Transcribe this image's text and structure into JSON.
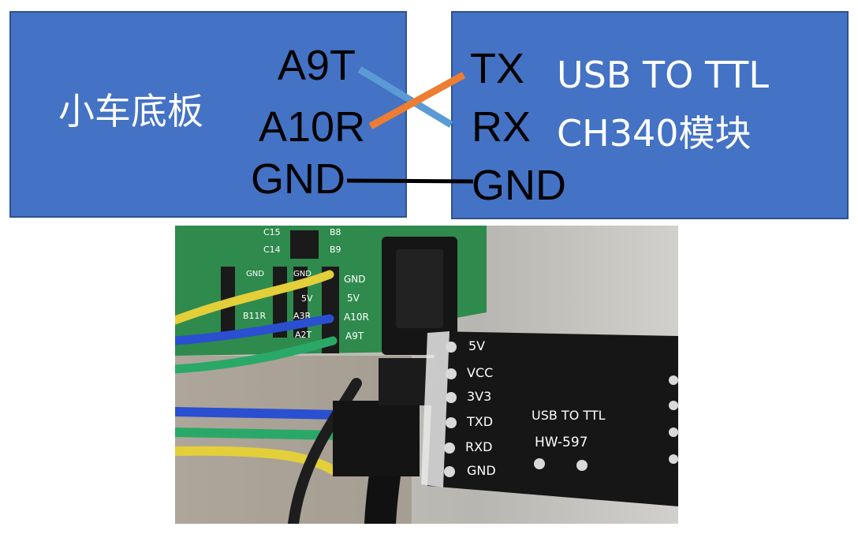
{
  "diagram": {
    "left_box": {
      "title": "小车底板",
      "pins": [
        "A9T",
        "A10R",
        "GND"
      ]
    },
    "right_box": {
      "pins": [
        "TX",
        "RX",
        "GND"
      ],
      "title_line1": "USB TO TTL",
      "title_line2": "CH340模块"
    },
    "connections": [
      {
        "from": "A9T",
        "to": "RX",
        "color": "#5b9bd5"
      },
      {
        "from": "A10R",
        "to": "TX",
        "color": "#ed7d31"
      },
      {
        "from": "GND",
        "to": "GND",
        "color": "#000000"
      }
    ]
  },
  "photo": {
    "board_silk": [
      "GND",
      "5V",
      "A10R",
      "A9T",
      "C15",
      "C14",
      "B8",
      "B9",
      "GND",
      "5V",
      "A3R",
      "A2T",
      "B11R",
      "GND"
    ],
    "module_pins": [
      "5V",
      "VCC",
      "3V3",
      "TXD",
      "RXD",
      "GND"
    ],
    "module_label_1": "USB TO TTL",
    "module_label_2": "HW-597",
    "wire_colors": [
      "#e3cf3a",
      "#2a4fd0",
      "#2aa868"
    ]
  }
}
